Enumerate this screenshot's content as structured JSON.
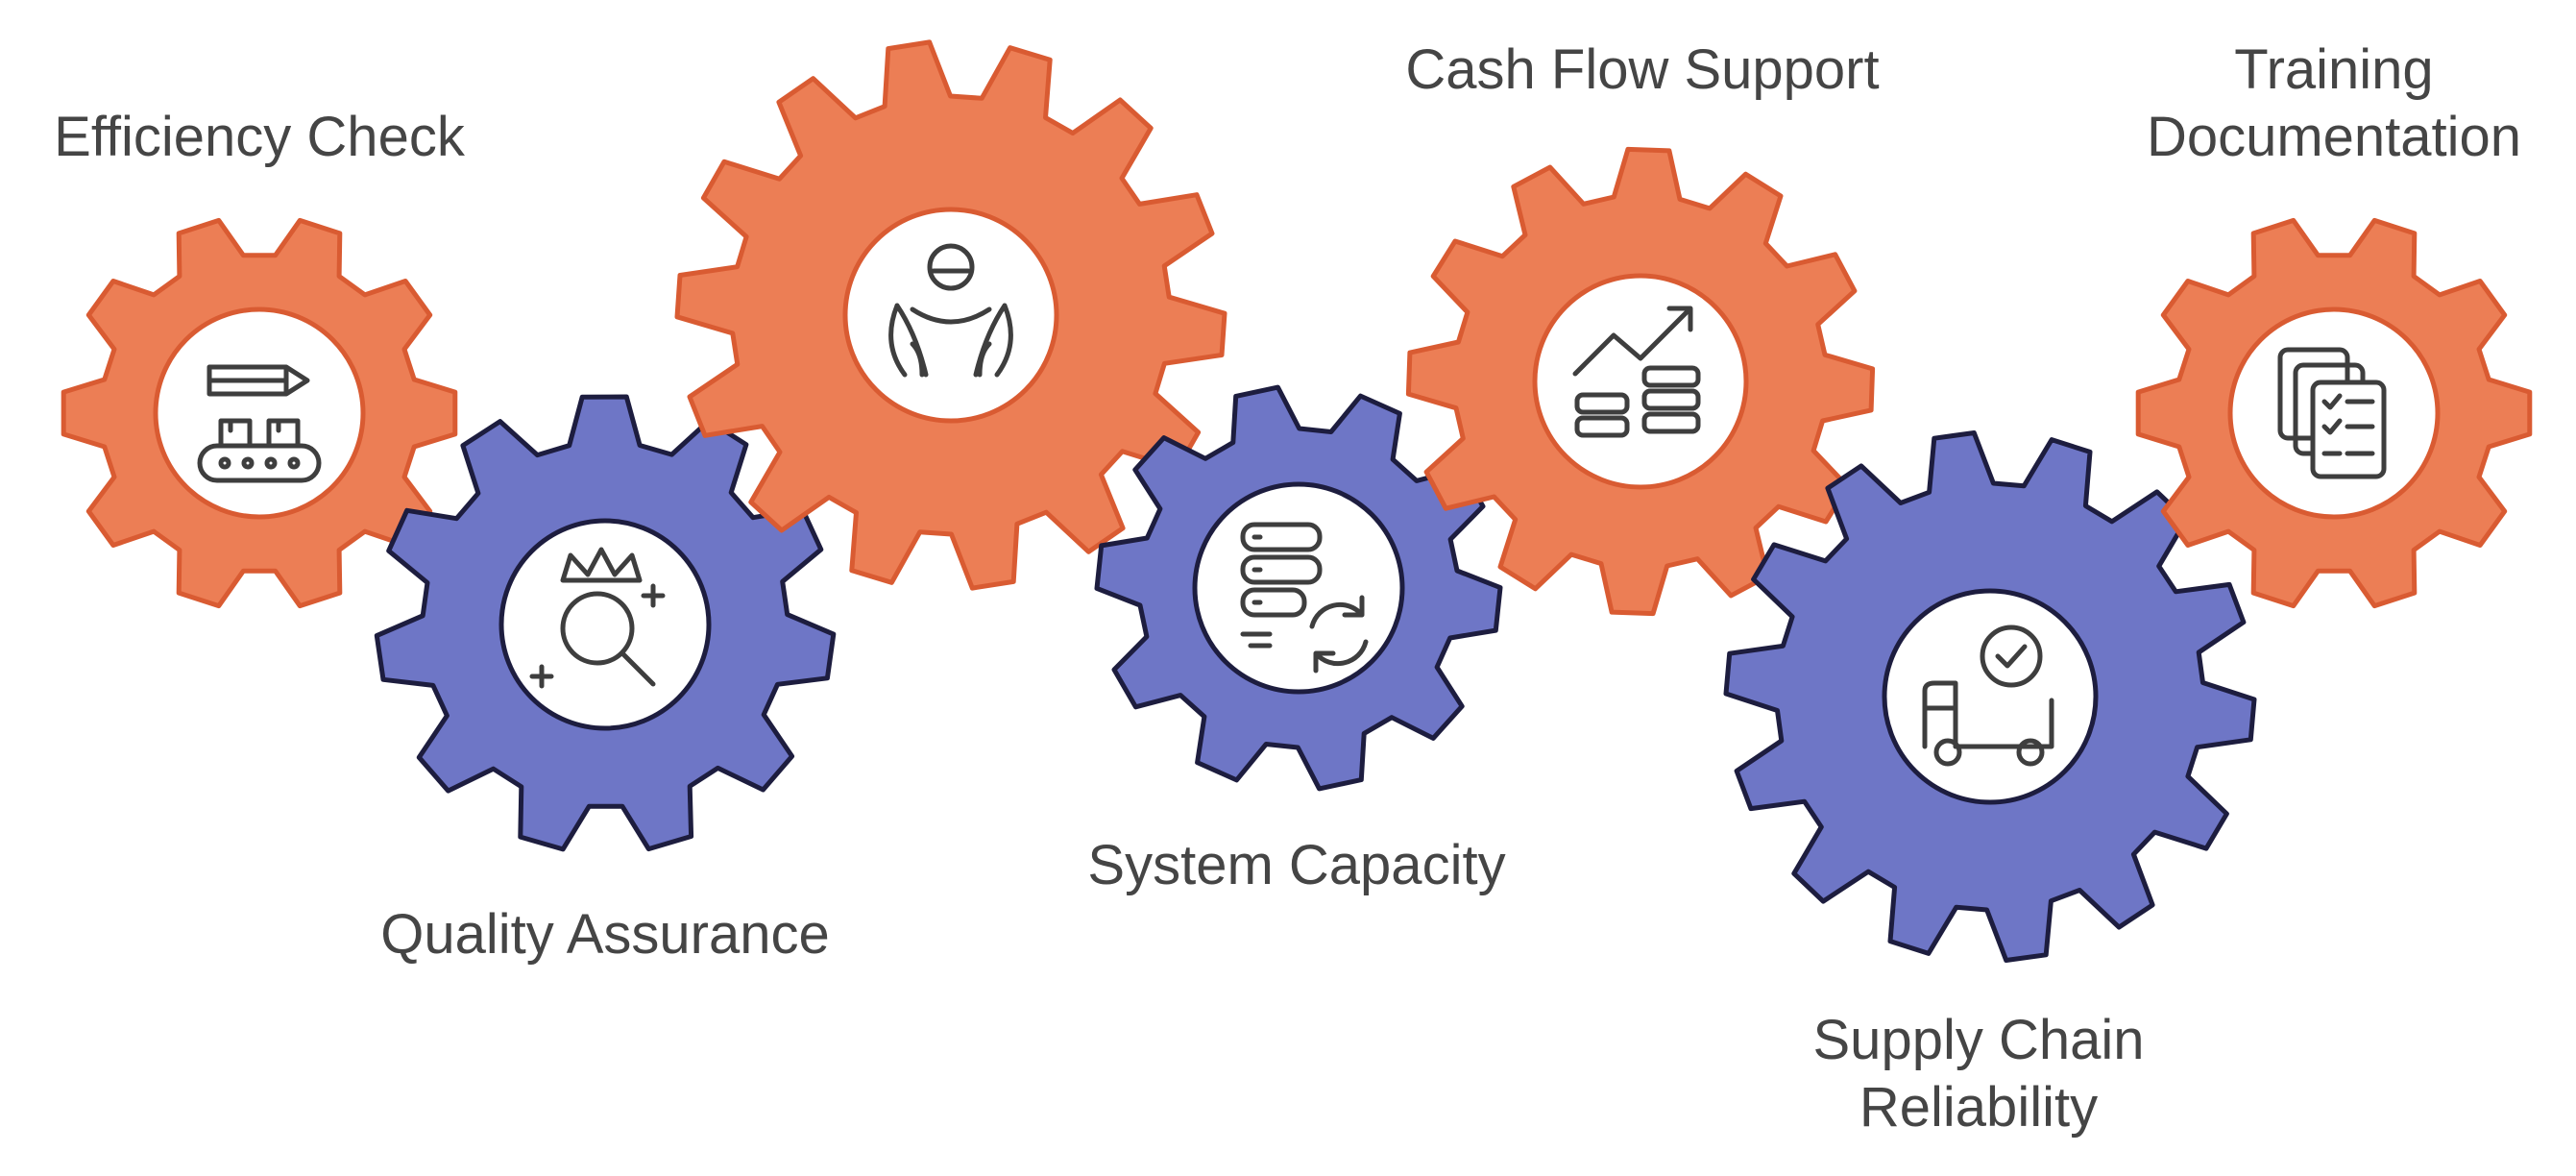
{
  "colors": {
    "orange_fill": "#EC7E55",
    "orange_stroke": "#D95B32",
    "blue_fill": "#6E76C6",
    "blue_stroke": "#1D1D3F",
    "icon_stroke": "#3E3E3E",
    "label_text": "#454545"
  },
  "gears": [
    {
      "label_lines": [
        "Efficiency Check"
      ],
      "color": "orange",
      "icon": "conveyor-belt-icon"
    },
    {
      "label_lines": [
        "Quality Assurance"
      ],
      "color": "blue",
      "icon": "quality-search-icon"
    },
    {
      "label_lines": [],
      "color": "orange",
      "icon": "person-hands-icon"
    },
    {
      "label_lines": [
        "System Capacity"
      ],
      "color": "blue",
      "icon": "server-sync-icon"
    },
    {
      "label_lines": [
        "Cash Flow Support"
      ],
      "color": "orange",
      "icon": "growth-coins-icon"
    },
    {
      "label_lines": [
        "Supply Chain",
        "Reliability"
      ],
      "color": "blue",
      "icon": "delivery-truck-check-icon"
    },
    {
      "label_lines": [
        "Training",
        "Documentation"
      ],
      "color": "orange",
      "icon": "documents-checklist-icon"
    }
  ]
}
